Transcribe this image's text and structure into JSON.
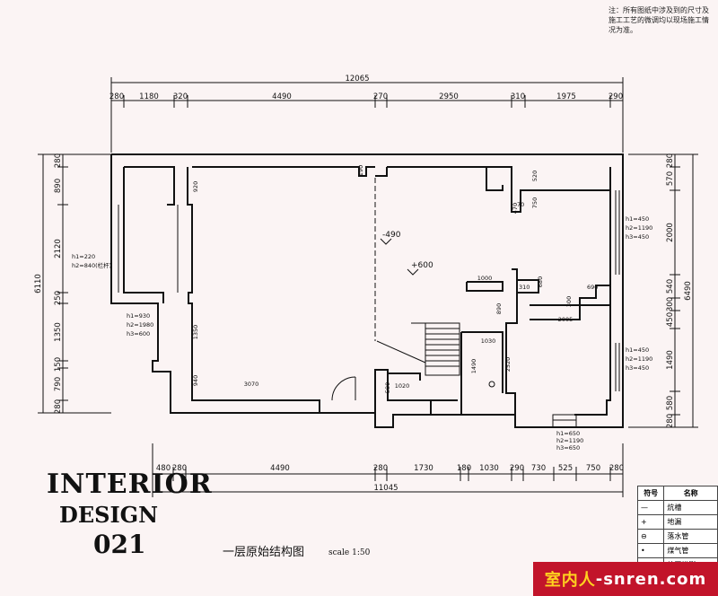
{
  "note": "注：所有图纸中涉及到的尺寸及施工工艺的微调均以现场施工情况为准。",
  "top_total": "12065",
  "top_dims": [
    "280",
    "1180",
    "320",
    "4490",
    "270",
    "2950",
    "310",
    "1975",
    "290"
  ],
  "bottom_dims": [
    "480",
    "280",
    "4490",
    "280",
    "1730",
    "180",
    "1030",
    "290",
    "730",
    "525",
    "750",
    "280"
  ],
  "bottom_total": "11045",
  "left_total": "6110",
  "left_dims": [
    "280",
    "890",
    "2120",
    "250",
    "1350",
    "150",
    "790",
    "280"
  ],
  "right_total": "6490",
  "right_dims": [
    "280",
    "570",
    "2000",
    "540",
    "300",
    "450",
    "1490",
    "580",
    "280"
  ],
  "annotations": {
    "h_left_top": [
      "h1=220",
      "h2=840(栏杆)"
    ],
    "h_left_mid": [
      "h1=930",
      "h2=1980",
      "h3=600"
    ],
    "h_right_top": [
      "h1=450",
      "h2=1190",
      "h3=450"
    ],
    "h_right_mid": [
      "h1=450",
      "h2=1190",
      "h3=450"
    ],
    "h_bottom": [
      "h1=650",
      "h2=1190",
      "h3=650"
    ],
    "level_a": "-490",
    "level_b": "+600",
    "inner_dims": [
      "920",
      "1350",
      "940",
      "3070",
      "190",
      "520",
      "70",
      "470",
      "750",
      "1000",
      "310",
      "680",
      "300",
      "690",
      "2005",
      "890",
      "1030",
      "1490",
      "2520",
      "580",
      "1020"
    ]
  },
  "logo": [
    "INTERIOR",
    "DESIGN",
    "021"
  ],
  "plan_title": "一层原始结构图",
  "scale": "scale 1:50",
  "legend": {
    "header": [
      "符号",
      "名称"
    ],
    "rows": [
      "炕槽",
      "地漏",
      "落水管",
      "煤气管",
      "给开模影..."
    ]
  },
  "watermark": [
    "室内人",
    "-snren.com"
  ]
}
